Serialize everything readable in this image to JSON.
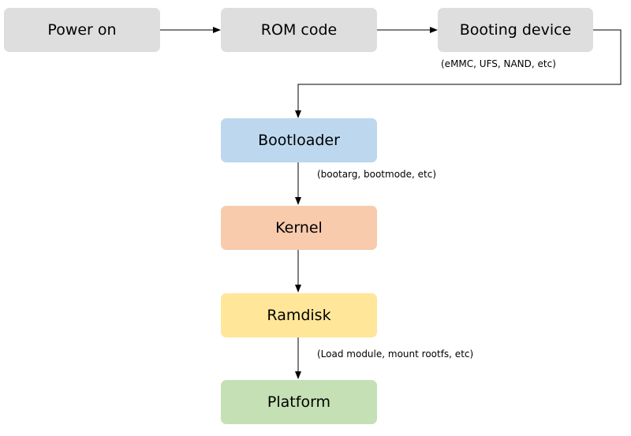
{
  "nodes": {
    "power_on": {
      "label": "Power on",
      "color": "#dedede"
    },
    "rom_code": {
      "label": "ROM code",
      "color": "#dedede"
    },
    "booting_device": {
      "label": "Booting device",
      "color": "#dedede"
    },
    "bootloader": {
      "label": "Bootloader",
      "color": "#bdd7ee"
    },
    "kernel": {
      "label": "Kernel",
      "color": "#f8cbad"
    },
    "ramdisk": {
      "label": "Ramdisk",
      "color": "#ffe699"
    },
    "platform": {
      "label": "Platform",
      "color": "#c5e0b4"
    }
  },
  "notes": {
    "booting_device": "(eMMC, UFS, NAND, etc)",
    "bootloader": "(bootarg, bootmode,  etc)",
    "ramdisk": "(Load module, mount rootfs, etc)"
  }
}
